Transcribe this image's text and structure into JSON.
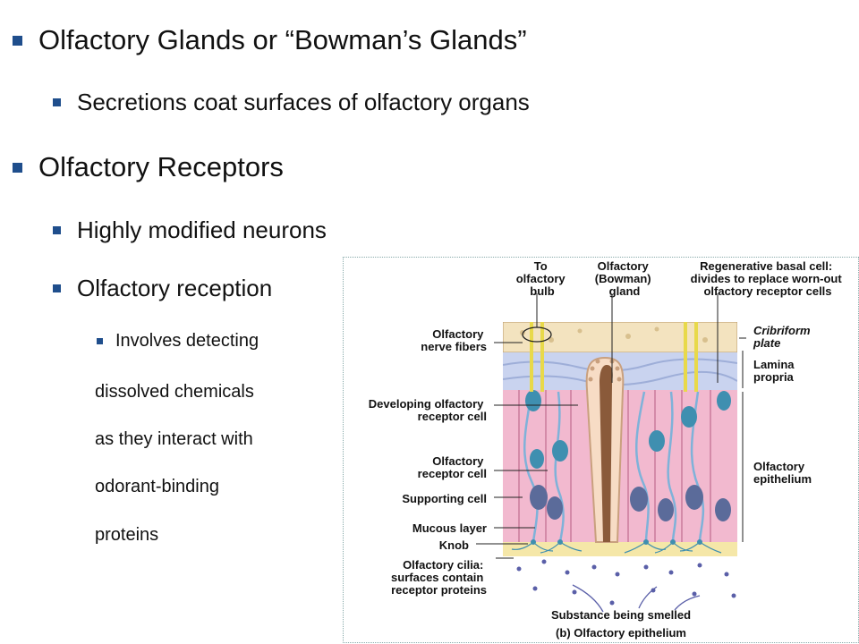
{
  "slide": {
    "bullets": {
      "b1": "Olfactory Glands or “Bowman’s Glands”",
      "b1_sub": "Secretions coat surfaces of olfactory organs",
      "b2": "Olfactory Receptors",
      "b2_sub1": "Highly modified neurons",
      "b2_sub2": "Olfactory reception",
      "b2_sub2_detail": {
        "line1": "Involves detecting",
        "line2": "dissolved chemicals",
        "line3": "as they interact with",
        "line4": "odorant-binding",
        "line5": "proteins"
      }
    }
  },
  "figure": {
    "labels": {
      "to_bulb": [
        "To",
        "olfactory",
        "bulb"
      ],
      "bowman": [
        "Olfactory",
        "(Bowman)",
        "gland"
      ],
      "basal": [
        "Regenerative basal cell:",
        "divides to replace worn-out",
        "olfactory receptor cells"
      ],
      "nerve": [
        "Olfactory",
        "nerve fibers"
      ],
      "cribriform": [
        "Cribriform",
        "plate"
      ],
      "lamina": [
        "Lamina",
        "propria"
      ],
      "developing": [
        "Developing olfactory",
        "receptor cell"
      ],
      "receptor": [
        "Olfactory",
        "receptor cell"
      ],
      "epithelium": [
        "Olfactory",
        "epithelium"
      ],
      "supporting": "Supporting cell",
      "mucous": "Mucous layer",
      "knob": "Knob",
      "cilia": [
        "Olfactory cilia:",
        "surfaces contain",
        "receptor proteins"
      ],
      "substance": "Substance being smelled",
      "caption": "(b) Olfactory epithelium"
    },
    "colors": {
      "bone": "#f3e3bf",
      "lamina": "#c9d3ef",
      "epithelium": "#f2b9cf",
      "cell_outline": "#7fb2d9",
      "nucleus": "#3f8fb0",
      "support_nucleus": "#5b6b9a",
      "gland": "#8a5a3a",
      "mucus": "#f5e7a8",
      "nerve": "#e8d94a"
    }
  }
}
